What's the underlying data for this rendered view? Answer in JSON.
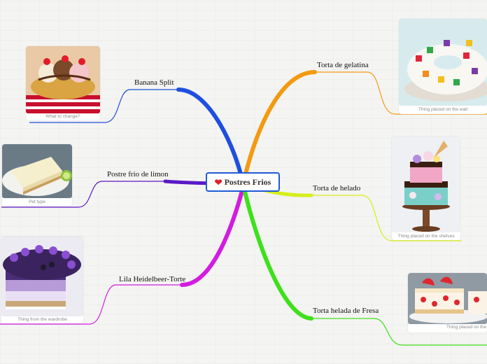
{
  "central": {
    "label": "Postres Frios",
    "icon": "heart-icon"
  },
  "branches": [
    {
      "label": "Banana Split",
      "caption": "What to change?",
      "color": "#1f4fe0"
    },
    {
      "label": "Postre frio de limon",
      "caption": "Pet type",
      "color": "#5a18c8"
    },
    {
      "label": "Lila Heidelbeer-Torte",
      "caption": "Thing from the wardrobe",
      "color": "#d21ce0"
    },
    {
      "label": "Torta de gelatina",
      "caption": "Thing placed on the wall",
      "color": "#f39a12"
    },
    {
      "label": "Torta de helado",
      "caption": "Thing placed on the shelves",
      "color": "#d7ee1a"
    },
    {
      "label": "Torta helada de Fresa",
      "caption": "Thing placed on the s",
      "color": "#3ee01c"
    }
  ]
}
